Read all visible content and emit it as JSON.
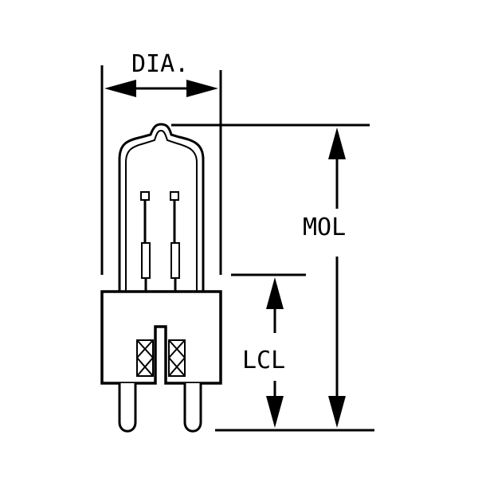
{
  "labels": {
    "diameter": "DIA.",
    "maximum_overall_length": "MOL",
    "light_center_length": "LCL"
  }
}
